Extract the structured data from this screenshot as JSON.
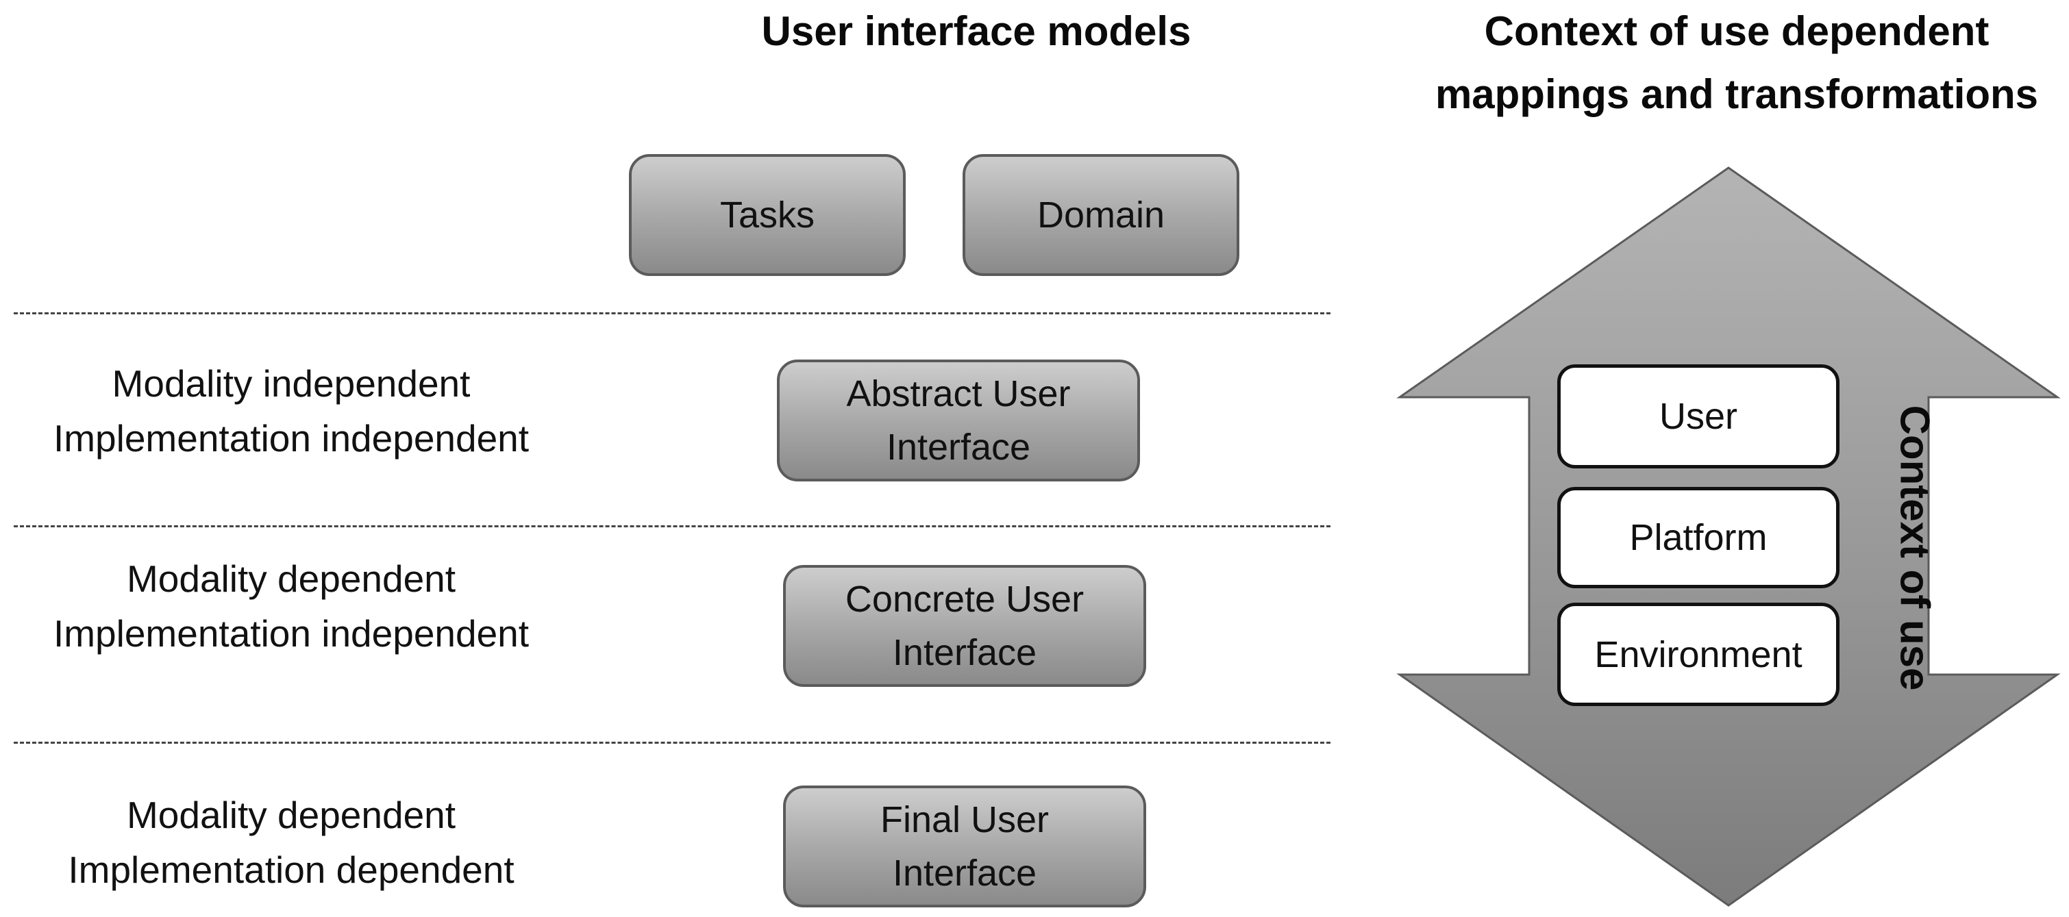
{
  "headings": {
    "models": "User interface models",
    "context": "Context of use dependent\nmappings and transformations"
  },
  "models": {
    "tasks": "Tasks",
    "domain": "Domain",
    "abstract": "Abstract User\nInterface",
    "concrete": "Concrete User\nInterface",
    "final": "Final User\nInterface"
  },
  "levels": {
    "abstract": "Modality independent\nImplementation independent",
    "concrete": "Modality dependent\nImplementation independent",
    "final": "Modality dependent\nImplementation dependent"
  },
  "context": {
    "label": "Context of use",
    "items": [
      "User",
      "Platform",
      "Environment"
    ]
  },
  "colors": {
    "box_fill_top": "#cdcdcd",
    "box_fill_bottom": "#8a8a8a",
    "box_border": "#5b5b5b",
    "arrow_top": "#b4b4b4",
    "arrow_bottom": "#7c7c7c"
  }
}
